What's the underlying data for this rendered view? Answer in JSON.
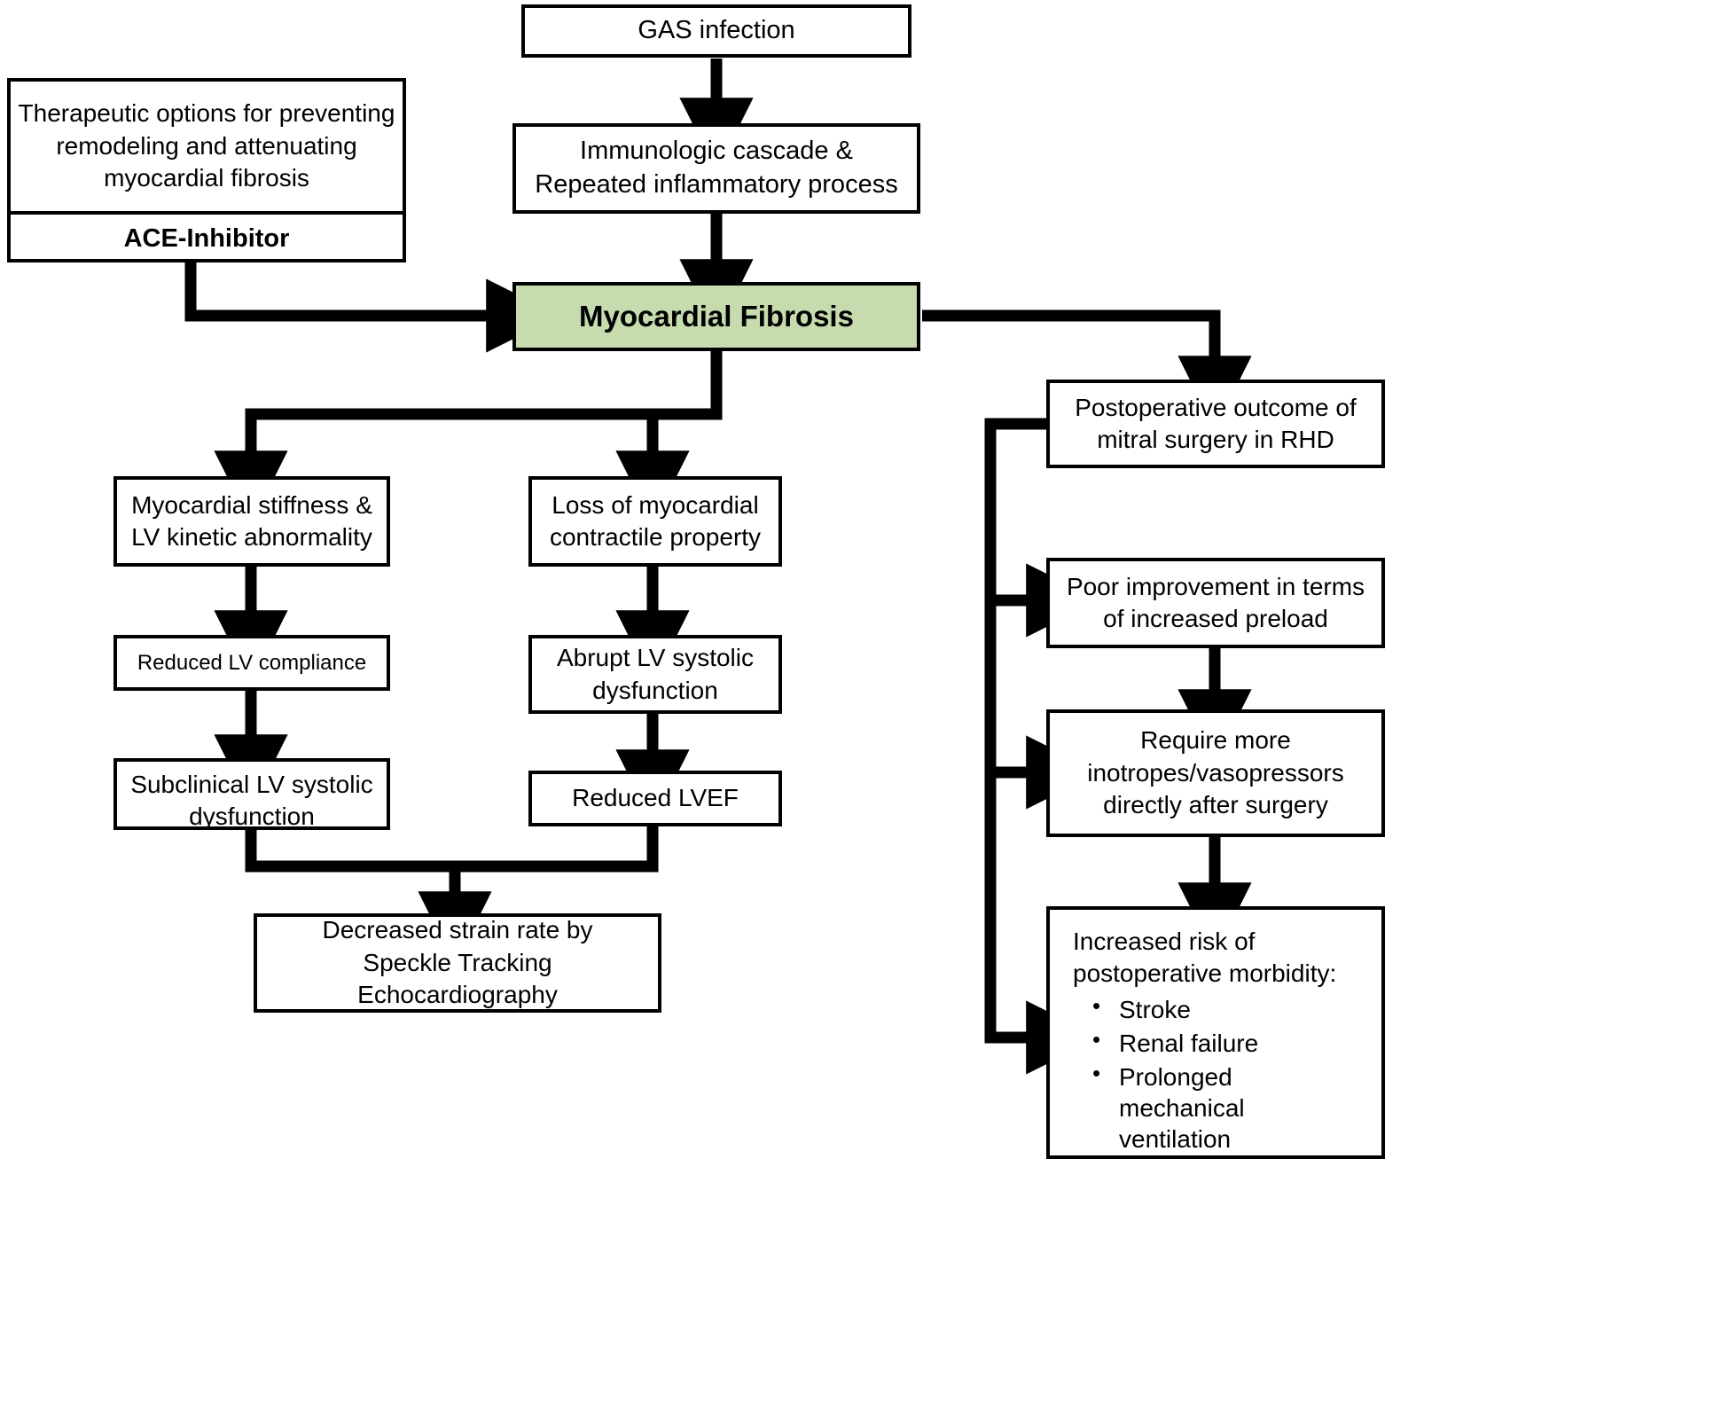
{
  "diagram": {
    "title": "Myocardial fibrosis in rheumatic heart disease flowchart",
    "accent_green": "#c6dcae",
    "line_color": "#000000"
  },
  "nodes": {
    "gas_infection": "GAS infection",
    "immunologic_cascade": "Immunologic cascade &\nRepeated inflammatory process",
    "myocardial_fibrosis": "Myocardial Fibrosis",
    "therapeutic_options": "Therapeutic options for preventing\nremodeling and attenuating\nmyocardial fibrosis",
    "ace_inhibitor": "ACE-Inhibitor",
    "myocardial_stiffness": "Myocardial stiffness &\nLV kinetic abnormality",
    "reduced_lv_compliance": "Reduced LV compliance",
    "subclinical_lv_systolic": "Subclinical LV systolic\ndysfunction",
    "loss_contractile": "Loss of myocardial\ncontractile property",
    "abrupt_lv_systolic": "Abrupt LV systolic\ndysfunction",
    "reduced_lvef": "Reduced LVEF",
    "decreased_strain_rate": "Decreased strain rate by\nSpeckle Tracking Echocardiography",
    "postoperative_outcome": "Postoperative outcome of\nmitral surgery in RHD",
    "poor_improvement": "Poor improvement  in terms\nof increased preload",
    "require_inotropes": "Require more\ninotropes/vasopressors\ndirectly after surgery",
    "increased_risk_header": "Increased risk of\npostoperative morbidity:",
    "increased_risk_bullets": [
      "Stroke",
      "Renal failure",
      "Prolonged mechanical\nventilation"
    ]
  }
}
